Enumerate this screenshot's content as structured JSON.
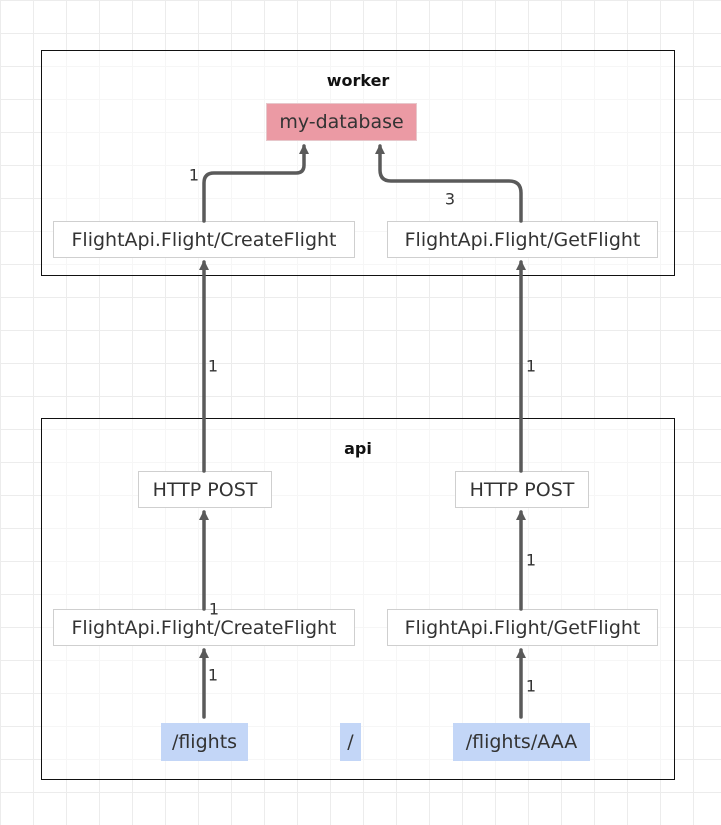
{
  "groups": {
    "worker": {
      "title": "worker"
    },
    "api": {
      "title": "api"
    }
  },
  "nodes": {
    "my_database": "my-database",
    "worker_create_flight": "FlightApi.Flight/CreateFlight",
    "worker_get_flight": "FlightApi.Flight/GetFlight",
    "api_post_left": "HTTP POST",
    "api_post_right": "HTTP POST",
    "api_create_flight": "FlightApi.Flight/CreateFlight",
    "api_get_flight": "FlightApi.Flight/GetFlight",
    "route_flights": "/flights",
    "route_root": "/",
    "route_flights_aaa": "/flights/AAA"
  },
  "edges": [
    {
      "id": "create-to-database",
      "label": "1"
    },
    {
      "id": "get-to-database",
      "label": "3"
    },
    {
      "id": "post-left-to-worker-create",
      "label": "1"
    },
    {
      "id": "post-right-to-worker-get",
      "label": "1"
    },
    {
      "id": "api-create-to-post-left",
      "label": "1"
    },
    {
      "id": "api-get-to-post-right",
      "label": "1"
    },
    {
      "id": "route-flights-to-api-create",
      "label": "1"
    },
    {
      "id": "route-aaa-to-api-get",
      "label": "1"
    }
  ],
  "colors": {
    "edge": "#5a5a5a",
    "database_fill": "#eb9aa4",
    "route_fill": "#c3d6f7",
    "group_border": "#111111",
    "node_border": "#cfcfcf"
  }
}
